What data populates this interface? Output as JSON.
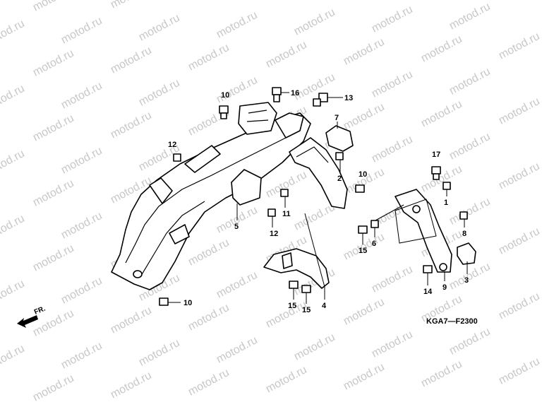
{
  "watermark_text": "motod.ru",
  "diagram_code": "KGA7—F2300",
  "direction_label": "FR.",
  "callouts": [
    "10",
    "16",
    "13",
    "7",
    "12",
    "2",
    "10",
    "17",
    "1",
    "11",
    "5",
    "12",
    "8",
    "15",
    "6",
    "3",
    "14",
    "9",
    "10",
    "15",
    "15",
    "4"
  ]
}
